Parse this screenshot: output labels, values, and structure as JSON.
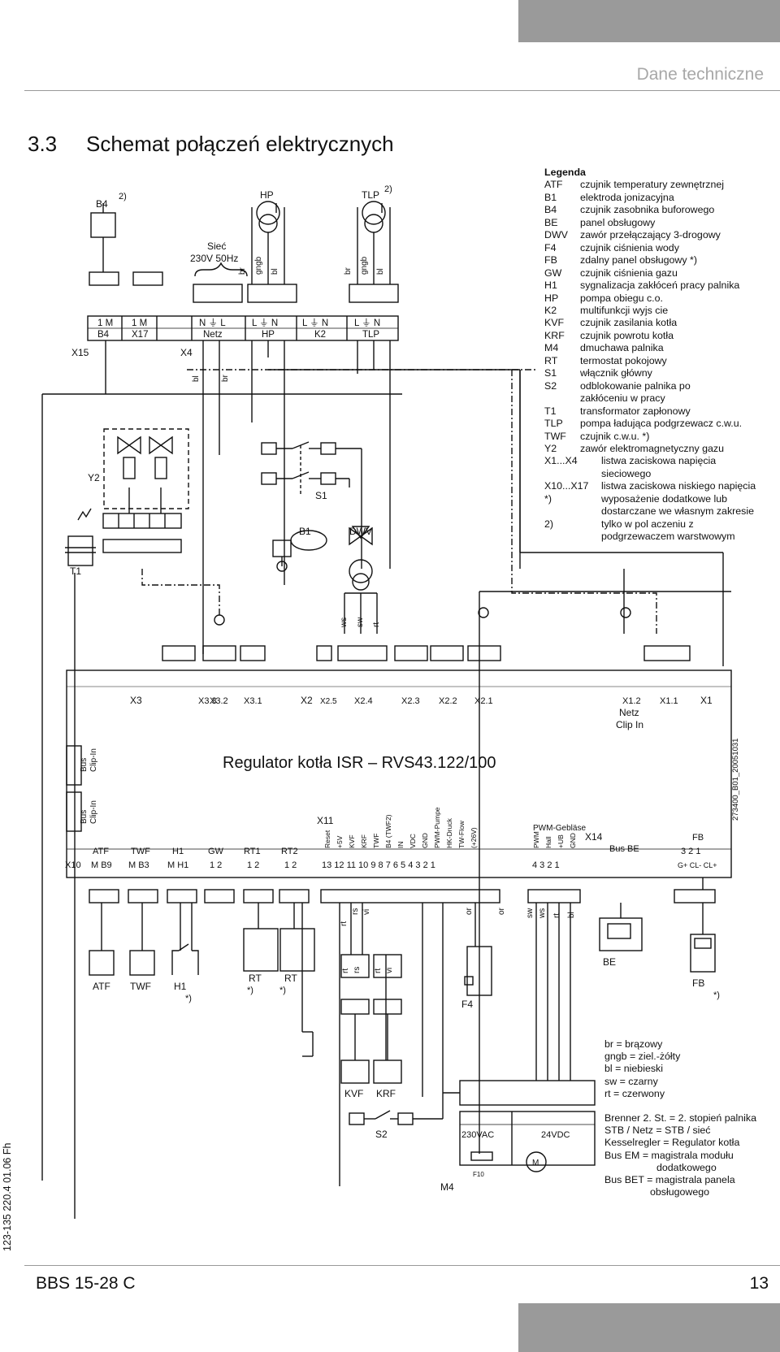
{
  "header": {
    "section": "Dane techniczne"
  },
  "title": {
    "number": "3.3",
    "text": "Schemat połączeń elektrycznych"
  },
  "footer": {
    "model": "BBS 15-28 C",
    "page": "13",
    "side_code": "123-135 220.4 01.06 Fh"
  },
  "diagram": {
    "controller": "Regulator kotła ISR – RVS43.122/100",
    "drawing_no": "273400_B01_20051031",
    "supply": {
      "label1": "Sieć",
      "label2": "230V 50Hz"
    },
    "top_terminals": [
      {
        "code": "B4",
        "pins": "1 M",
        "note": "2)"
      },
      {
        "code": "X17",
        "pins": "1 M"
      },
      {
        "code": "Netz",
        "pins": "N ⏚ L"
      },
      {
        "code": "HP",
        "pins": "L ⏚ N"
      },
      {
        "code": "K2",
        "pins": "L ⏚ N"
      },
      {
        "code": "TLP",
        "pins": "L ⏚ N"
      }
    ],
    "strip_labels": {
      "x15": "X15",
      "x4": "X4",
      "x3": "X3",
      "x2": "X2",
      "x1": "X1",
      "x10": "X10",
      "x11": "X11",
      "x14": "X14"
    },
    "wire_colors": {
      "br": "br",
      "gngb": "gngb",
      "bl": "bl",
      "sw": "sw",
      "ws": "ws",
      "rt": "rt",
      "rs": "rs",
      "vi": "vi",
      "or": "or"
    },
    "mid_terminals": {
      "x33": "X3.3",
      "x32": "X3.2",
      "x31": "X3.1",
      "x25": "X2.5",
      "x24": "X2.4",
      "x23": "X2.3",
      "x22": "X2.2",
      "x21": "X2.1",
      "x12": "X1.2",
      "x11": "X1.1",
      "netz": "Netz",
      "clip": "Clip In"
    },
    "bus_clip1": {
      "a": "Bus",
      "b": "Clip-In"
    },
    "bus_clip2": {
      "a": "Bus",
      "b": "Clip-In"
    },
    "bottom_terminals": [
      {
        "code": "ATF",
        "pins": "M B9"
      },
      {
        "code": "TWF",
        "pins": "M B3"
      },
      {
        "code": "H1",
        "pins": "M H1"
      },
      {
        "code": "GW",
        "pins": "1 2"
      },
      {
        "code": "RT1",
        "pins": "1 2"
      },
      {
        "code": "RT2",
        "pins": "1 2"
      }
    ],
    "x11_labels": [
      "Reset",
      "+5V",
      "KVF",
      "KRF",
      "TWF",
      "B4 (TWF2)",
      "IN",
      "VDC",
      "GND",
      "PWM-Pumpe",
      "HK-Druck",
      "TW-Flow",
      "(+26V)"
    ],
    "x11_pins": "13 12 11 10 9 8 7 6 5 4 3 2 1",
    "x14": {
      "title": "PWM-Gebläse",
      "labels": [
        "PWM",
        "Hall",
        "+UB",
        "GND"
      ],
      "pins": "4 3 2 1"
    },
    "bus_be": "Bus BE",
    "fb": {
      "code": "FB",
      "pins": "3 2 1",
      "bus": "G+ CL- CL+"
    },
    "devices": {
      "b4": "B4",
      "hp": "HP",
      "tlp": "TLP",
      "y2": "Y2",
      "t1": "T1",
      "s1": "S1",
      "b1": "B1",
      "dwv": "DWV",
      "atf": "ATF",
      "twf": "TWF",
      "h1": "H1",
      "rt": "RT",
      "be": "BE",
      "fb": "FB",
      "f4": "F4",
      "kvf": "KVF",
      "krf": "KRF",
      "s2": "S2",
      "m4": "M4",
      "f10": "F10",
      "vac": "230VAC",
      "vdc": "24VDC",
      "star": "*)",
      "two": "2)",
      "motor": "M"
    }
  },
  "legend": {
    "title": "Legenda",
    "items": [
      {
        "k": "ATF",
        "v": "czujnik temperatury zewnętrznej"
      },
      {
        "k": "B1",
        "v": "elektroda jonizacyjna"
      },
      {
        "k": "B4",
        "v": "czujnik zasobnika buforowego"
      },
      {
        "k": "BE",
        "v": "panel obsługowy"
      },
      {
        "k": "DWV",
        "v": "zawór przełączający 3-drogowy"
      },
      {
        "k": "F4",
        "v": "czujnik ciśnienia wody"
      },
      {
        "k": "FB",
        "v": "zdalny panel obsługowy *)"
      },
      {
        "k": "GW",
        "v": "czujnik ciśnienia gazu"
      },
      {
        "k": "H1",
        "v": "sygnalizacja zakłóceń pracy palnika"
      },
      {
        "k": "HP",
        "v": "pompa obiegu c.o."
      },
      {
        "k": "K2",
        "v": "multifunkcji wyjs cie"
      },
      {
        "k": "KVF",
        "v": "czujnik zasilania kotła"
      },
      {
        "k": "KRF",
        "v": "czujnik powrotu kotła"
      },
      {
        "k": "M4",
        "v": "dmuchawa palnika"
      },
      {
        "k": "RT",
        "v": "termostat pokojowy"
      },
      {
        "k": "S1",
        "v": "włącznik główny"
      },
      {
        "k": "S2",
        "v": "odblokowanie palnika po"
      },
      {
        "k": "",
        "v": "zakłóceniu w pracy"
      },
      {
        "k": "T1",
        "v": "transformator zapłonowy"
      },
      {
        "k": "TLP",
        "v": "pompa ładująca podgrzewacz c.w.u."
      },
      {
        "k": "TWF",
        "v": "czujnik c.w.u. *)"
      },
      {
        "k": "Y2",
        "v": "zawór elektromagnetyczny gazu"
      },
      {
        "k": "X1...X4",
        "v": "listwa zaciskowa napięcia",
        "wide": true
      },
      {
        "k": "",
        "v": "sieciowego",
        "wide": true
      },
      {
        "k": "X10...X17",
        "v": "listwa zaciskowa niskiego napięcia",
        "wide": true
      },
      {
        "k": "*)",
        "v": "wyposażenie dodatkowe lub",
        "wide": true
      },
      {
        "k": "",
        "v": "dostarczane we własnym zakresie",
        "wide": true
      },
      {
        "k": "2)",
        "v": "tylko w pol aczeniu z",
        "wide": true
      },
      {
        "k": "",
        "v": "podgrzewaczem warstwowym",
        "wide": true
      }
    ]
  },
  "notes": {
    "colors": [
      "br = brązowy",
      "gngb = ziel.-żółty",
      "bl = niebieski",
      "sw = czarny",
      "rt = czerwony"
    ],
    "terms": [
      {
        "t": "Brenner 2. St. = 2. stopień palnika",
        "indent": 0
      },
      {
        "t": "STB / Netz = STB / sieć",
        "indent": 0
      },
      {
        "t": "Kesselregler = Regulator kotła",
        "indent": 0
      },
      {
        "t": "Bus EM = magistrala modułu",
        "indent": 0
      },
      {
        "t": "dodatkowego",
        "indent": 1
      },
      {
        "t": "Bus BET = magistrala panela",
        "indent": 0
      },
      {
        "t": "obsługowego",
        "indent": 2
      }
    ]
  }
}
